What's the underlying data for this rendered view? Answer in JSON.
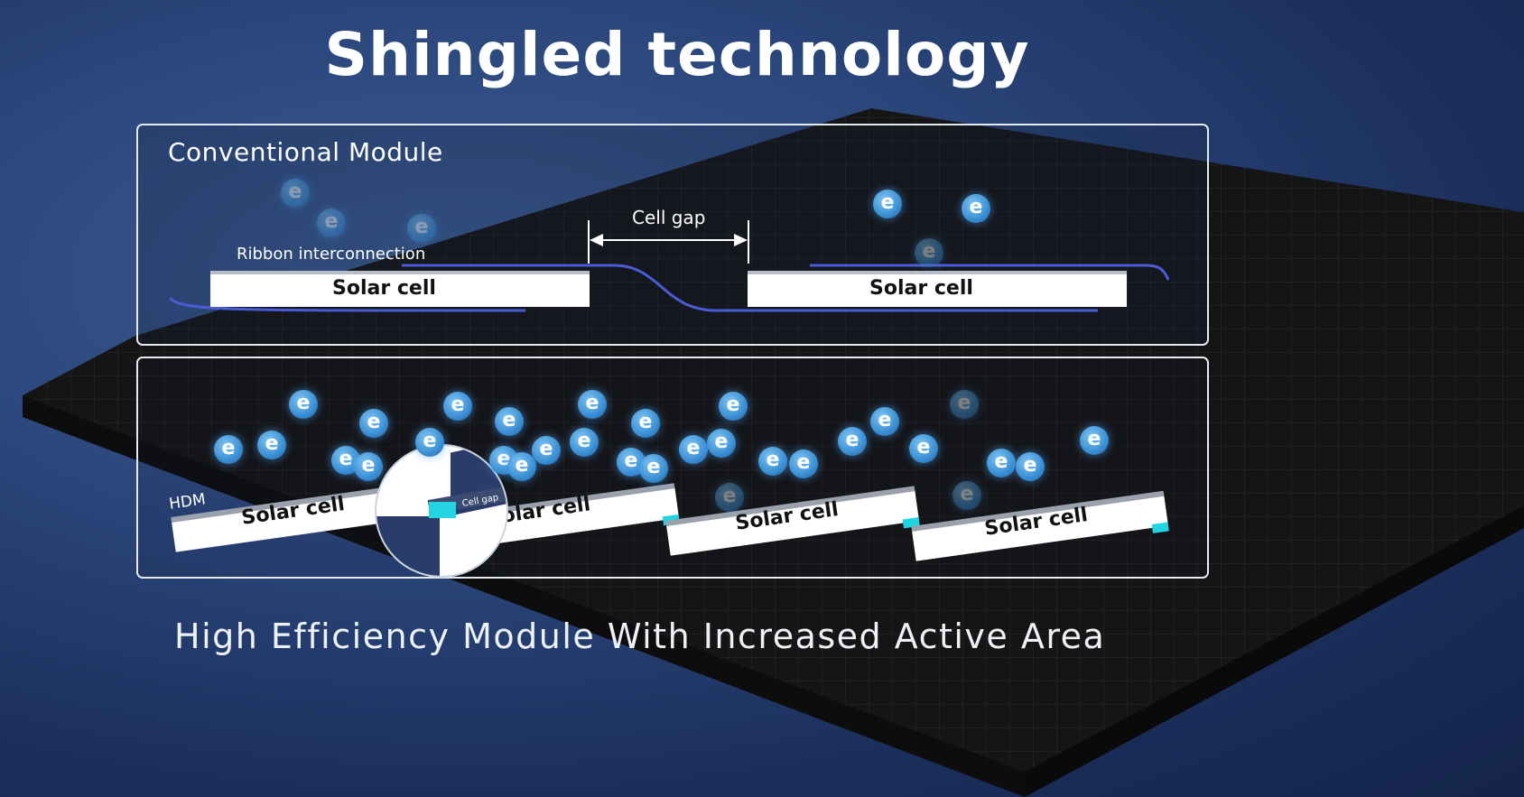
{
  "title": "Shingled technology",
  "subtitle": "High Efficiency Module With Increased Active Area",
  "conventional": {
    "label": "Conventional Module",
    "ribbon_label": "Ribbon interconnection",
    "gap_label": "Cell gap",
    "cells": [
      "Solar cell",
      "Solar cell"
    ]
  },
  "shingled": {
    "hdm_label": "HDM",
    "zoom_label": "Cell gap",
    "cells": [
      "Solar cell",
      "olar cell",
      "Solar cell",
      "Solar cell"
    ]
  },
  "electron_symbol": "e",
  "colors": {
    "background": "#2b477c",
    "electron": "#3a8fd4",
    "ribbon": "#4a5bd8",
    "gap_highlight": "#22d3e0",
    "cell_face": "#ffffff"
  }
}
